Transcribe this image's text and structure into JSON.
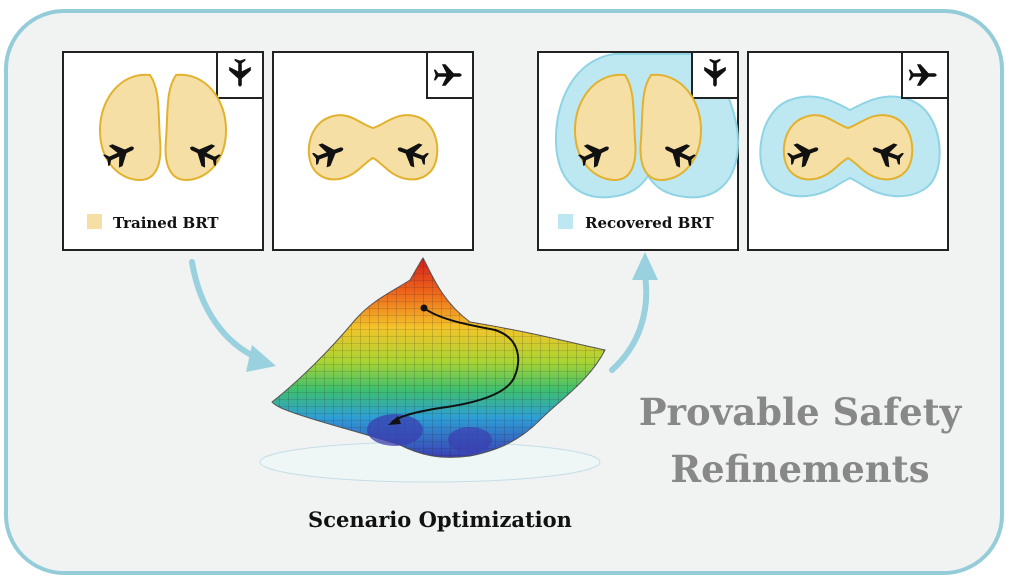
{
  "colors": {
    "frame_bg": "#f1f3f3",
    "frame_border": "#94cdd9",
    "brt_fill": "#f5dfa4",
    "brt_stroke": "#e2b12d",
    "recovered_fill": "#bde8f2",
    "recovered_stroke": "#8fd4e4",
    "arrow": "#9ad1de",
    "tagline": "#888888",
    "plane": "#111111"
  },
  "legend_trained": {
    "label": "Trained BRT",
    "icon": "square-swatch"
  },
  "legend_recovered": {
    "label": "Recovered BRT",
    "icon": "square-swatch"
  },
  "panels": [
    {
      "id": "trained-top",
      "corner_icon": "airplane-icon-pointing-down",
      "shape": "two-separate-lobes"
    },
    {
      "id": "trained-side",
      "corner_icon": "airplane-icon-pointing-right",
      "shape": "merged-peanut"
    },
    {
      "id": "recovered-top",
      "corner_icon": "airplane-icon-pointing-down",
      "shape": "two-lobes-with-envelope"
    },
    {
      "id": "recovered-side",
      "corner_icon": "airplane-icon-pointing-right",
      "shape": "peanut-with-envelope"
    }
  ],
  "surface": {
    "description_icon": "3d-loss-surface-with-descent-path"
  },
  "caption": "Scenario Optimization",
  "tagline": {
    "line1": "Provable Safety",
    "line2": "Refinements"
  }
}
